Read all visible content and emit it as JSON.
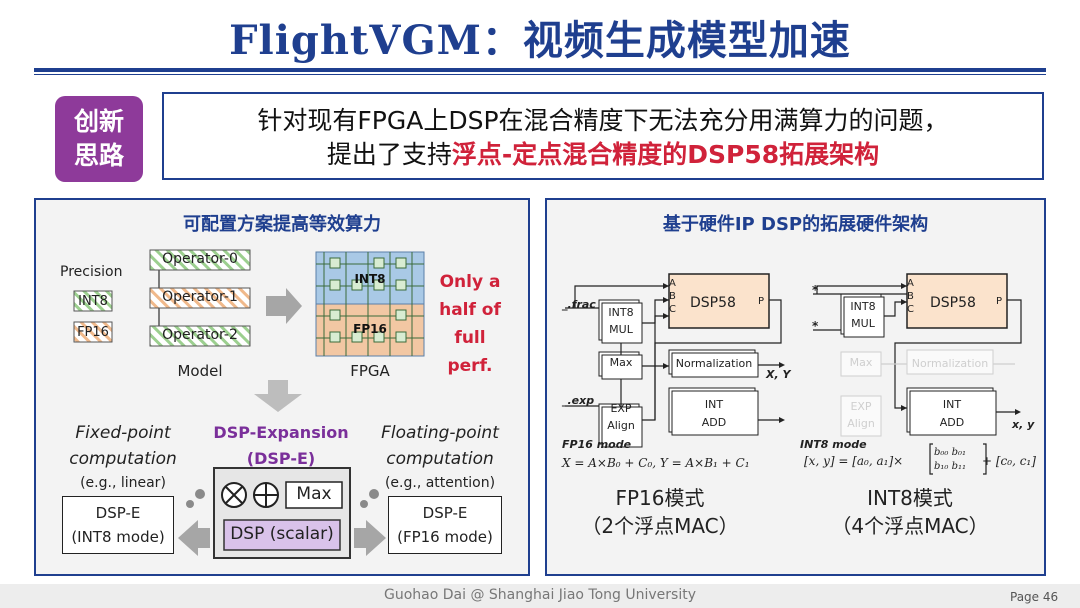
{
  "slide": {
    "title": "FlightVGM：视频生成模型加速",
    "badge": [
      "创新",
      "思路"
    ],
    "idea_line1": "针对现有FPGA上DSP在混合精度下无法充分用满算力的问题，",
    "idea_line2_pre": "提出了支持",
    "idea_line2_hl": "浮点-定点混合精度的DSP58拓展架构",
    "footer": "Guohao Dai @ Shanghai Jiao Tong University",
    "page": "Page 46"
  },
  "left": {
    "heading": "可配置方案提高等效算力",
    "precision_label": "Precision",
    "int8": "INT8",
    "fp16": "FP16",
    "operators": [
      "Operator-0",
      "Operator-1",
      "Operator-2"
    ],
    "model": "Model",
    "fpga_int8": "INT8",
    "fpga_fp16": "FP16",
    "fpga": "FPGA",
    "note": [
      "Only a",
      "half of",
      "full perf."
    ],
    "fixed": [
      "Fixed-point",
      "computation",
      "(e.g., linear)"
    ],
    "dspx": [
      "DSP-Expansion",
      "(DSP-E)"
    ],
    "float": [
      "Floating-point",
      "computation",
      "(e.g., attention)"
    ],
    "max": "Max",
    "dsp_scalar": "DSP (scalar)",
    "dspe_int8": [
      "DSP-E",
      "(INT8 mode)"
    ],
    "dspe_fp16": [
      "DSP-E",
      "(FP16 mode)"
    ],
    "colors": {
      "accent": "#1f3f8f",
      "purple": "#7a2f9a",
      "red": "#d0223a",
      "fpga_blue": "#a9c9e6",
      "fpga_orange": "#f2c7a3"
    }
  },
  "right": {
    "heading": "基于硬件IP DSP的拓展硬件架构",
    "frac": "_.frac",
    "exp": "_.exp",
    "int8mul": [
      "INT8",
      "MUL"
    ],
    "dsp58": "DSP58",
    "ports": [
      "A",
      "B",
      "C",
      "P"
    ],
    "max": "Max",
    "norm": "Normalization",
    "exp_align": [
      "EXP",
      "Align"
    ],
    "int_add": [
      "INT",
      "ADD"
    ],
    "xy_cap": "X, Y",
    "xy_low": "x, y",
    "star": "*",
    "fp16_mode": "FP16 mode",
    "int8_mode": "INT8 mode",
    "fp16_eq": "X = A×B₀ + C₀, Y = A×B₁ + C₁",
    "int8_eq_l": "[x, y] = [a₀, a₁]×",
    "int8_eq_m": [
      "b₀₀",
      "b₀₁",
      "b₁₀",
      "b₁₁"
    ],
    "int8_eq_r": "+ [c₀, c₁]",
    "fp16_cap": [
      "FP16模式",
      "（2个浮点MAC）"
    ],
    "int8_cap": [
      "INT8模式",
      "（4个浮点MAC）"
    ]
  }
}
